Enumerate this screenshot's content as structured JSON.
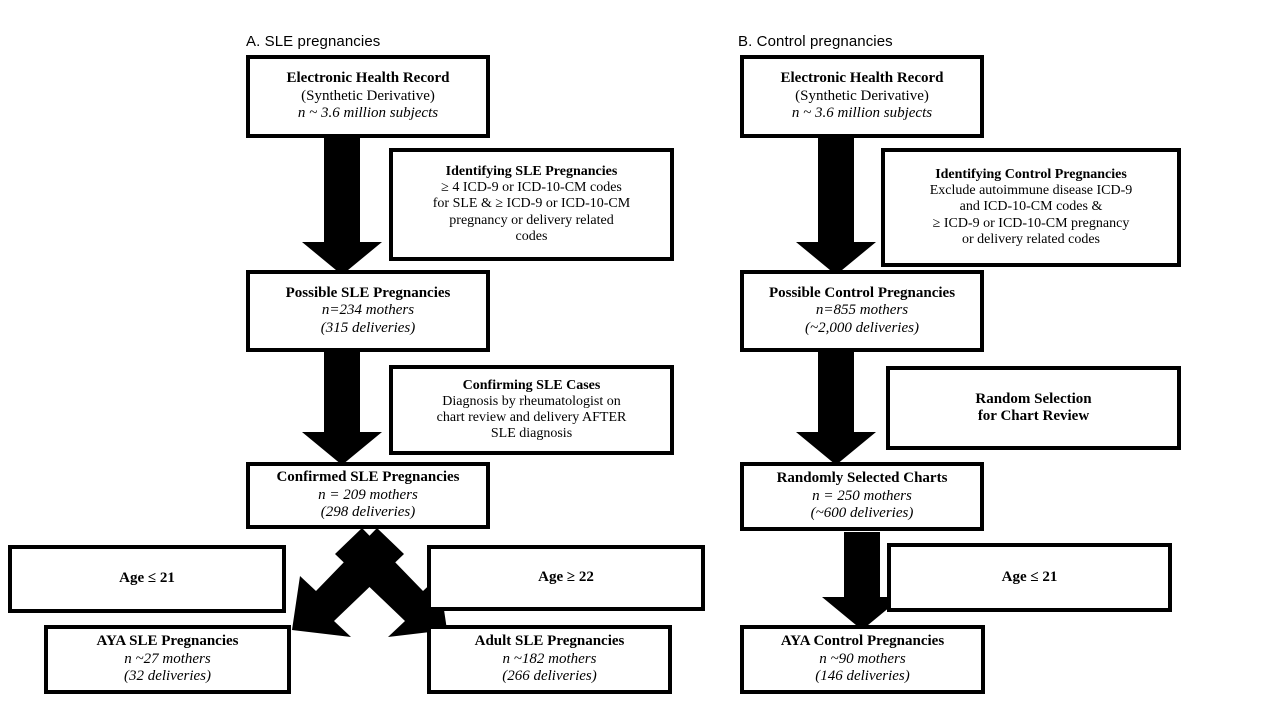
{
  "figure": {
    "type": "flowchart",
    "description": "Two-panel study cohort selection flow diagram for SLE pregnancies and control pregnancies"
  },
  "panels": [
    {
      "id": "A",
      "caption": "A. SLE pregnancies"
    },
    {
      "id": "B",
      "caption": "B. Control pregnancies"
    }
  ],
  "colors": {
    "box_border": "#000000",
    "box_fill": "#FFFFFF",
    "arrow": "#000000",
    "text": "#000000"
  },
  "panelA": {
    "ehr": {
      "title": "Electronic Health Record",
      "line2": "(Synthetic Derivative)",
      "line3": "n ~ 3.6 million subjects"
    },
    "identifying": {
      "title": "Identifying SLE Pregnancies",
      "line2": "≥ 4 ICD-9 or ICD-10-CM codes",
      "line3": "for SLE & ≥ ICD-9 or ICD-10-CM",
      "line4": "pregnancy or delivery related",
      "line5": "codes"
    },
    "possible": {
      "title": "Possible SLE Pregnancies",
      "line2": "n=234 mothers",
      "line3": "(315 deliveries)"
    },
    "confirming": {
      "title": "Confirming SLE Cases",
      "line2": "Diagnosis by rheumatologist on",
      "line3": "chart review and delivery AFTER",
      "line4": "SLE diagnosis"
    },
    "confirmed": {
      "title": "Confirmed SLE Pregnancies",
      "line2": "n = 209 mothers",
      "line3": "(298 deliveries)"
    },
    "age_young": {
      "title": "Age ≤ 21"
    },
    "age_adult": {
      "title": "Age ≥ 22"
    },
    "aya": {
      "title": "AYA SLE Pregnancies",
      "line2": "n ~27 mothers",
      "line3": "(32 deliveries)"
    },
    "adult": {
      "title": "Adult SLE Pregnancies",
      "line2": "n ~182 mothers",
      "line3": "(266 deliveries)"
    }
  },
  "panelB": {
    "ehr": {
      "title": "Electronic Health Record",
      "line2": "(Synthetic Derivative)",
      "line3": "n ~ 3.6 million subjects"
    },
    "identifying": {
      "title": "Identifying Control Pregnancies",
      "line2": "Exclude autoimmune disease ICD-9",
      "line3": "and ICD-10-CM codes &",
      "line4": "≥ ICD-9 or ICD-10-CM pregnancy",
      "line5": "or delivery related codes"
    },
    "possible": {
      "title": "Possible Control Pregnancies",
      "line2": "n=855 mothers",
      "line3": "(~2,000 deliveries)"
    },
    "random_selection": {
      "title": "Random Selection",
      "line2": "for Chart Review"
    },
    "randomly_selected": {
      "title": "Randomly Selected Charts",
      "line2": "n = 250 mothers",
      "line3": "(~600 deliveries)"
    },
    "age_young": {
      "title": "Age ≤ 21"
    },
    "aya": {
      "title": "AYA Control Pregnancies",
      "line2": "n ~90 mothers",
      "line3": "(146 deliveries)"
    }
  }
}
